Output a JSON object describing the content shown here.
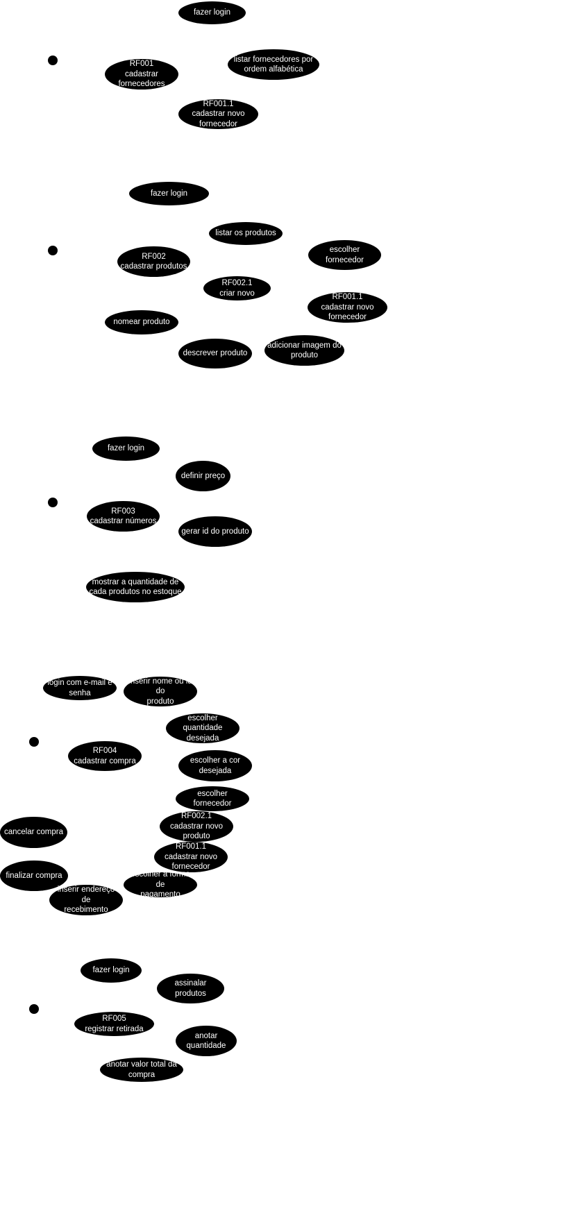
{
  "diagram": {
    "background": "#ffffff",
    "use_case_fill": "#000000",
    "use_case_text_color": "#ffffff",
    "groups": [
      {
        "actor": "actor",
        "use_cases": [
          "fazer login",
          "RF001\ncadastrar\nfornecedores",
          "listar fornecedores por\nordem alfabética",
          "RF001.1\ncadastrar novo\nfornecedor"
        ]
      },
      {
        "actor": "actor",
        "use_cases": [
          "fazer login",
          "listar os produtos",
          "RF002\ncadastrar produtos",
          "escolher fornecedor",
          "RF002.1\ncriar novo",
          "RF001.1\ncadastrar novo\nfornecedor",
          "nomear produto",
          "descrever produto",
          "adicionar imagem do\nproduto"
        ]
      },
      {
        "actor": "actor",
        "use_cases": [
          "fazer login",
          "definir preço",
          "RF003\ncadastrar números",
          "gerar id do produto",
          "mostrar a quantidade de\ncada produtos no estoque"
        ]
      },
      {
        "actor": "actor",
        "use_cases": [
          "login com e-mail e\nsenha",
          "inserir nome ou id do\nproduto",
          "escolher quantidade\ndesejada",
          "RF004\ncadastrar compra",
          "escolher a cor\ndesejada",
          "escolher fornecedor",
          "cancelar compra",
          "RF002.1\ncadastrar novo\nproduto",
          "RF001.1\ncadastrar novo\nfornecedor",
          "finalizar compra",
          "escolher a forma de\npagamento",
          "inserir endereço de\nrecebimento"
        ]
      },
      {
        "actor": "actor",
        "use_cases": [
          "fazer login",
          "assinalar produtos",
          "RF005\nregistrar retirada",
          "anotar quantidade",
          "anotar valor total da\ncompra"
        ]
      }
    ]
  }
}
